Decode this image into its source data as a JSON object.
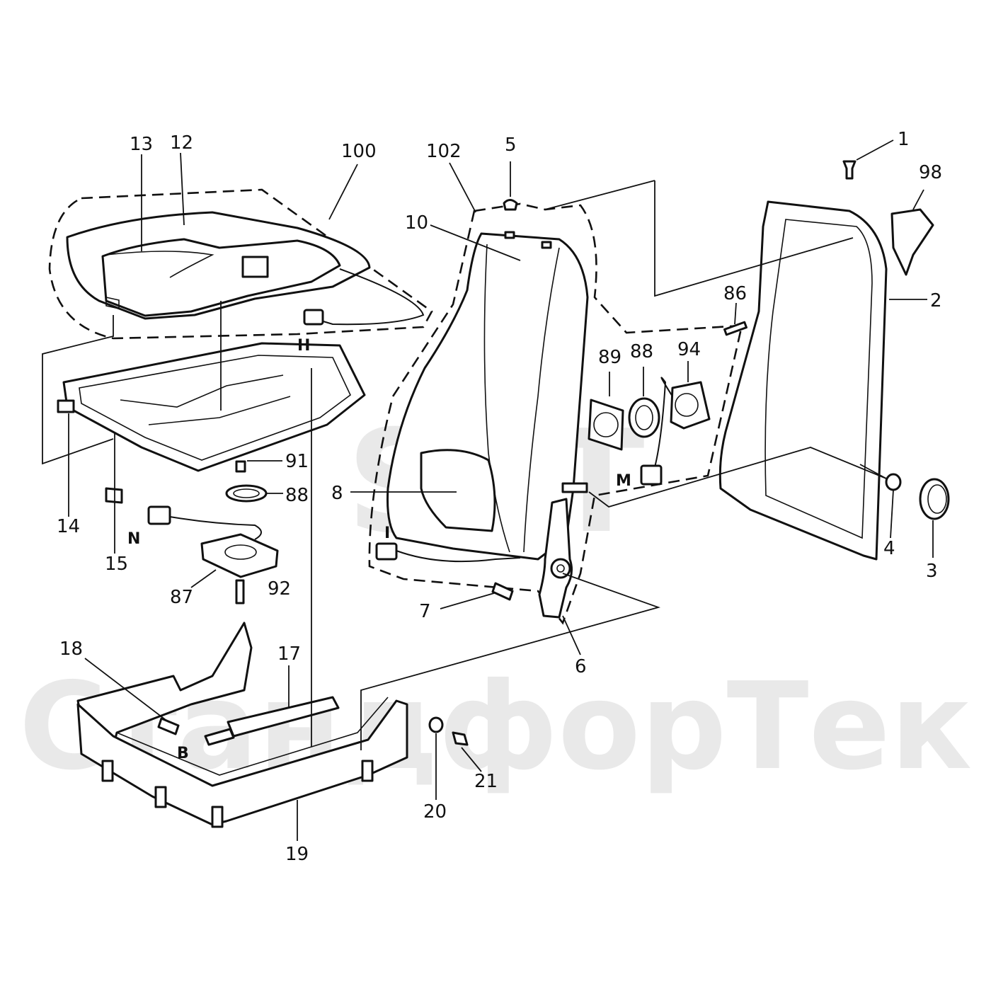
{
  "watermark": {
    "logo_text": "STT",
    "company_text": "СтандфорТек"
  },
  "callouts": [
    {
      "id": "1",
      "label": "1"
    },
    {
      "id": "2",
      "label": "2"
    },
    {
      "id": "3",
      "label": "3"
    },
    {
      "id": "4",
      "label": "4"
    },
    {
      "id": "5",
      "label": "5"
    },
    {
      "id": "6",
      "label": "6"
    },
    {
      "id": "7",
      "label": "7"
    },
    {
      "id": "8",
      "label": "8"
    },
    {
      "id": "10",
      "label": "10"
    },
    {
      "id": "12",
      "label": "12"
    },
    {
      "id": "13",
      "label": "13"
    },
    {
      "id": "14",
      "label": "14"
    },
    {
      "id": "15",
      "label": "15"
    },
    {
      "id": "17",
      "label": "17"
    },
    {
      "id": "18",
      "label": "18"
    },
    {
      "id": "19",
      "label": "19"
    },
    {
      "id": "20",
      "label": "20"
    },
    {
      "id": "21",
      "label": "21"
    },
    {
      "id": "86",
      "label": "86"
    },
    {
      "id": "87",
      "label": "87"
    },
    {
      "id": "88a",
      "label": "88"
    },
    {
      "id": "88b",
      "label": "88"
    },
    {
      "id": "89",
      "label": "89"
    },
    {
      "id": "91",
      "label": "91"
    },
    {
      "id": "92",
      "label": "92"
    },
    {
      "id": "94",
      "label": "94"
    },
    {
      "id": "98",
      "label": "98"
    },
    {
      "id": "100",
      "label": "100"
    },
    {
      "id": "102",
      "label": "102"
    }
  ],
  "connector_letters": [
    {
      "id": "H",
      "label": "H"
    },
    {
      "id": "N",
      "label": "N"
    },
    {
      "id": "I",
      "label": "I"
    },
    {
      "id": "M",
      "label": "M"
    },
    {
      "id": "B",
      "label": "B"
    }
  ]
}
